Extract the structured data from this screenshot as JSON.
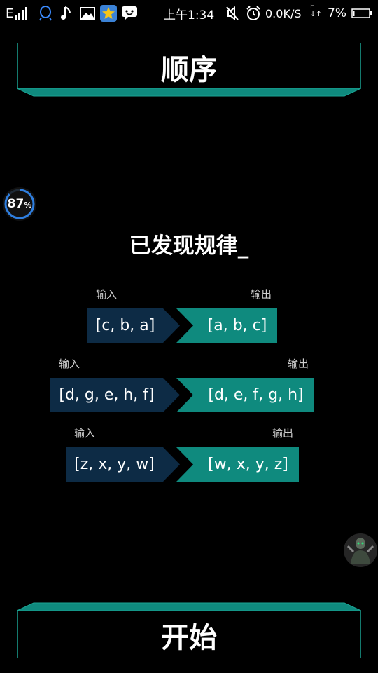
{
  "status_bar": {
    "network_type": "E",
    "time": "上午1:34",
    "speed": "0.0K/S",
    "data_indicator": "E",
    "battery_percent": "7%",
    "battery_level": 0.07
  },
  "header": {
    "title": "顺序"
  },
  "prompt": {
    "text": "已发现规律_"
  },
  "examples": [
    {
      "input_label": "输入",
      "output_label": "输出",
      "input": "[c, b, a]",
      "output": "[a, b, c]"
    },
    {
      "input_label": "输入",
      "output_label": "输出",
      "input": "[d, g, e, h, f]",
      "output": "[d, e, f, g, h]"
    },
    {
      "input_label": "输入",
      "output_label": "输出",
      "input": "[z, x, y, w]",
      "output": "[w, x, y, z]"
    }
  ],
  "progress_widget": {
    "value": "87",
    "unit": "%",
    "fraction": 0.87
  },
  "footer": {
    "start_label": "开始"
  },
  "colors": {
    "accent": "#0f8a7e",
    "input_box": "#0d2b45",
    "frame_line": "#1aa393"
  }
}
